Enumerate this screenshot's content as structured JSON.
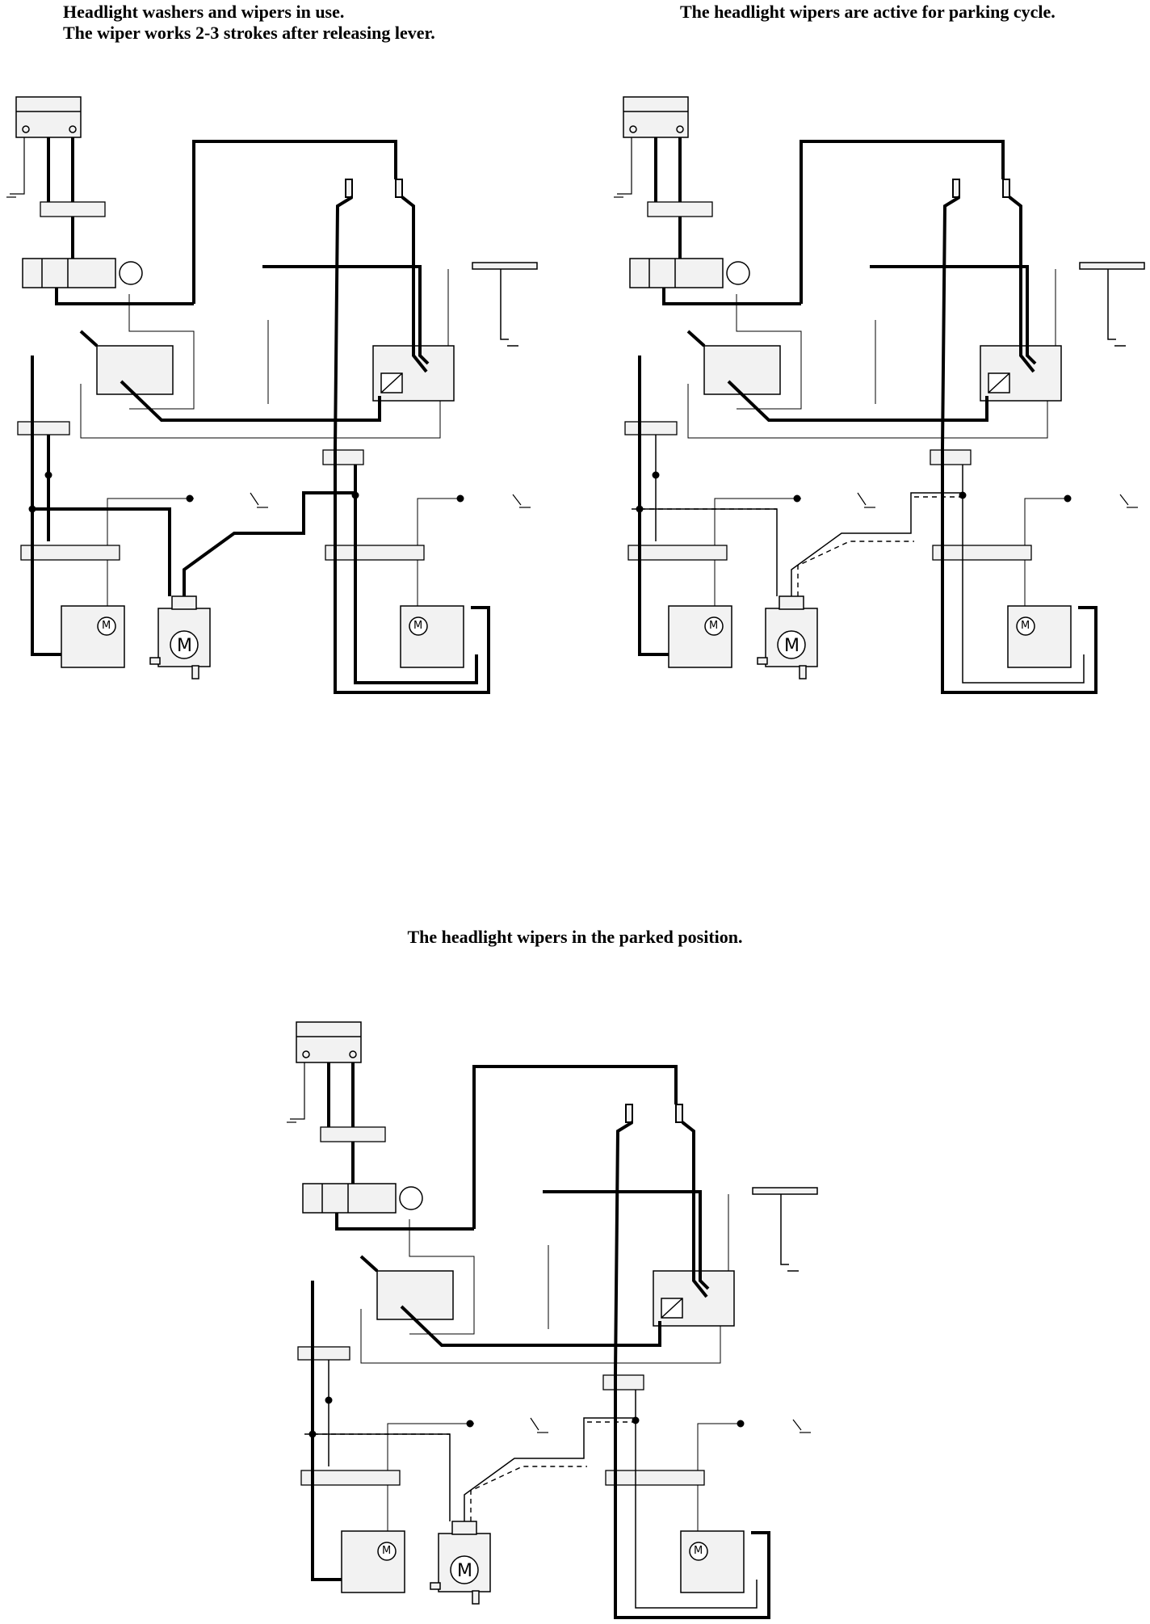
{
  "captions": {
    "top_left_line1": "Headlight washers and wipers in use.",
    "top_left_line2": "The wiper works 2-3 strokes after releasing lever.",
    "top_right": "The headlight wipers are active for parking cycle.",
    "bottom_center": "The headlight wipers in the parked position."
  },
  "diagrams": [
    {
      "state": "washers-and-wipers-in-use",
      "dashed_feed": false
    },
    {
      "state": "parking-cycle",
      "dashed_feed": true
    },
    {
      "state": "parked-position",
      "dashed_feed": true
    }
  ],
  "motor_symbol": "M",
  "colors": {
    "ink": "#000000",
    "fill": "#f2f2f2"
  }
}
